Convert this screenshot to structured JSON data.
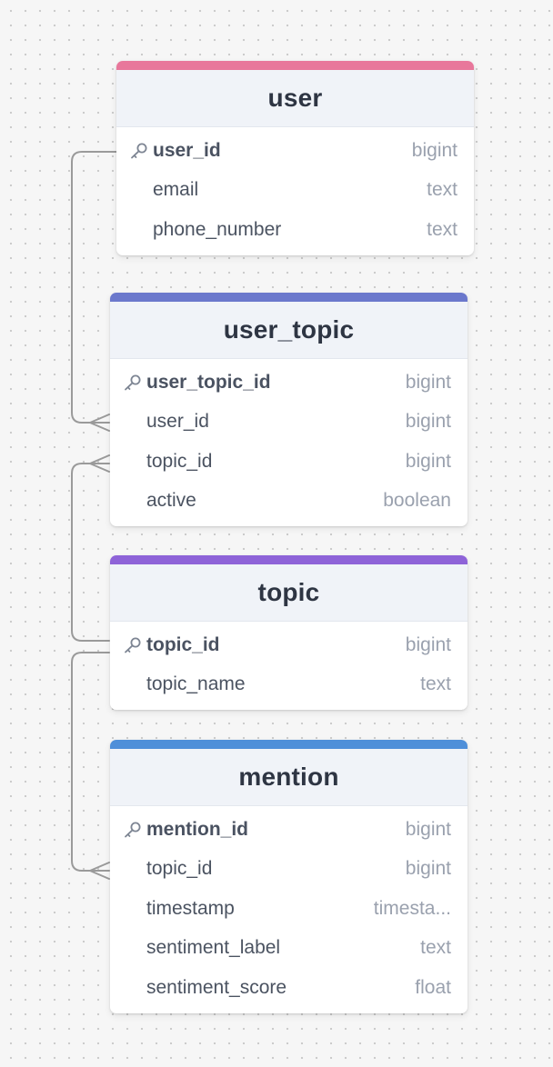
{
  "colors": {
    "user_accent": "#e8779b",
    "user_topic_accent": "#6b78cc",
    "topic_accent": "#8e63d8",
    "mention_accent": "#4f8fd9",
    "connector": "#9a9a9a"
  },
  "tables": [
    {
      "name": "user",
      "columns": [
        {
          "name": "user_id",
          "type": "bigint",
          "pk": true
        },
        {
          "name": "email",
          "type": "text",
          "pk": false
        },
        {
          "name": "phone_number",
          "type": "text",
          "pk": false
        }
      ]
    },
    {
      "name": "user_topic",
      "columns": [
        {
          "name": "user_topic_id",
          "type": "bigint",
          "pk": true
        },
        {
          "name": "user_id",
          "type": "bigint",
          "pk": false
        },
        {
          "name": "topic_id",
          "type": "bigint",
          "pk": false
        },
        {
          "name": "active",
          "type": "boolean",
          "pk": false
        }
      ]
    },
    {
      "name": "topic",
      "columns": [
        {
          "name": "topic_id",
          "type": "bigint",
          "pk": true
        },
        {
          "name": "topic_name",
          "type": "text",
          "pk": false
        }
      ]
    },
    {
      "name": "mention",
      "columns": [
        {
          "name": "mention_id",
          "type": "bigint",
          "pk": true
        },
        {
          "name": "topic_id",
          "type": "bigint",
          "pk": false
        },
        {
          "name": "timestamp",
          "type": "timesta...",
          "pk": false
        },
        {
          "name": "sentiment_label",
          "type": "text",
          "pk": false
        },
        {
          "name": "sentiment_score",
          "type": "float",
          "pk": false
        }
      ]
    }
  ],
  "relationships": [
    {
      "from": "user.user_id",
      "to": "user_topic.user_id",
      "cardinality": "one-to-many"
    },
    {
      "from": "topic.topic_id",
      "to": "user_topic.topic_id",
      "cardinality": "one-to-many"
    },
    {
      "from": "topic.topic_id",
      "to": "mention.topic_id",
      "cardinality": "one-to-many"
    }
  ]
}
